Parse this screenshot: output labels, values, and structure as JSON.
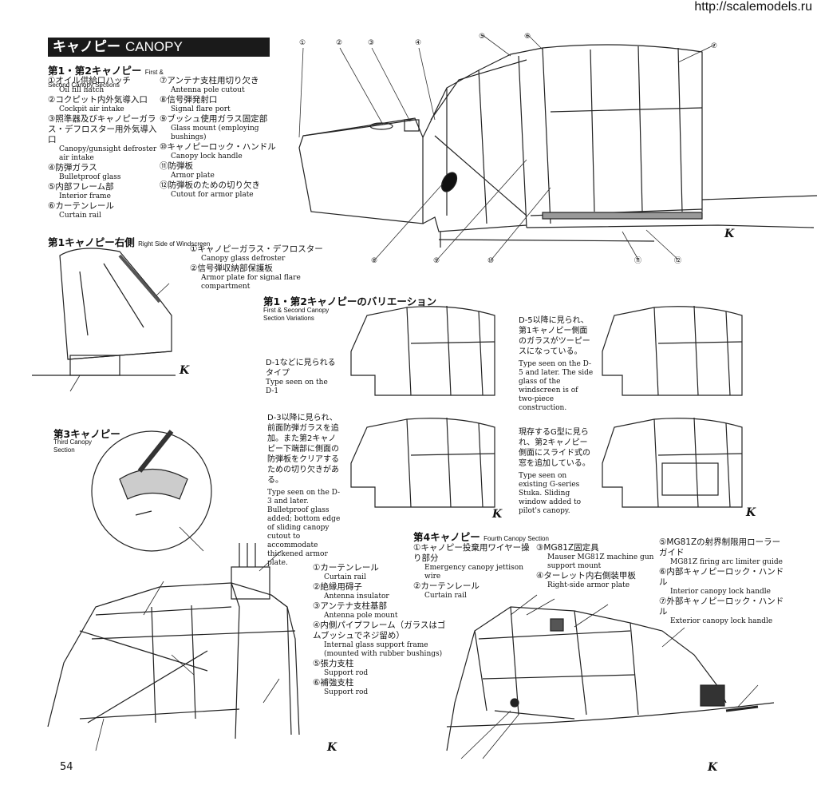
{
  "watermark": "http://scalemodels.ru",
  "title": {
    "jp": "キャノピー",
    "en": "CANOPY"
  },
  "section12": {
    "heading": "第1・第2キャノピー",
    "subheading": "First & Second Canopy Sections",
    "items_left": [
      {
        "jp": "①オイル供給口ハッチ",
        "en": "Oil fill hatch"
      },
      {
        "jp": "②コクピット内外気導入口",
        "en": "Cockpit air intake"
      },
      {
        "jp": "③照準器及びキャノピーガラス・デフロスター用外気導入口",
        "en": "Canopy/gunsight defroster air intake"
      },
      {
        "jp": "④防弾ガラス",
        "en": "Bulletproof glass"
      },
      {
        "jp": "⑤内部フレーム部",
        "en": "Interior frame"
      },
      {
        "jp": "⑥カーテンレール",
        "en": "Curtain rail"
      }
    ],
    "items_right": [
      {
        "jp": "⑦アンテナ支柱用切り欠き",
        "en": "Antenna pole cutout"
      },
      {
        "jp": "⑧信号弾発射口",
        "en": "Signal flare port"
      },
      {
        "jp": "⑨ブッシュ使用ガラス固定部",
        "en": "Glass mount (employing bushings)"
      },
      {
        "jp": "⑩キャノピーロック・ハンドル",
        "en": "Canopy lock handle"
      },
      {
        "jp": "⑪防弾板",
        "en": "Armor plate"
      },
      {
        "jp": "⑫防弾板のための切り欠き",
        "en": "Cutout for armor plate"
      }
    ]
  },
  "windscreen": {
    "heading": "第1キャノピー右側",
    "subheading": "Right Side of Windscreen",
    "items": [
      {
        "jp": "①キャノピーガラス・デフロスター",
        "en": "Canopy glass defroster"
      },
      {
        "jp": "②信号弾収納部保護板",
        "en": "Armor plate for signal flare compartment"
      }
    ]
  },
  "variations": {
    "heading": "第1・第2キャノピーのバリエーション",
    "subheading": "First & Second Canopy Section Variations",
    "v1": {
      "jp": "D-1などに見られるタイプ",
      "en": "Type seen on the D-1"
    },
    "v2": {
      "jp": "D-5以降に見られ、第1キャノピー側面のガラスがツーピースになっている。",
      "en": "Type seen on the D-5 and later. The side glass of the windscreen is of two-piece construction."
    },
    "v3": {
      "jp": "D-3以降に見られ、前面防弾ガラスを追加。また第2キャノピー下端部に側面の防弾板をクリアするための切り欠きがある。",
      "en": "Type seen on the D-3 and later. Bulletproof glass added; bottom edge of sliding canopy cutout to accommodate thickened armor plate."
    },
    "v4": {
      "jp": "現存するG型に見られ、第2キャノピー側面にスライド式の窓を追加している。",
      "en": "Type seen on existing G-series Stuka. Sliding window added to pilot's canopy."
    }
  },
  "third": {
    "heading": "第3キャノピー",
    "subheading_en": "Third Canopy Section"
  },
  "third_items": [
    {
      "jp": "①カーテンレール",
      "en": "Curtain rail"
    },
    {
      "jp": "②絶縁用碍子",
      "en": "Antenna insulator"
    },
    {
      "jp": "③アンテナ支柱基部",
      "en": "Antenna pole mount"
    },
    {
      "jp": "④内側パイプフレーム（ガラスはゴムブッシュでネジ留め）",
      "en": "Internal glass support frame (mounted with rubber bushings)"
    },
    {
      "jp": "⑤張力支柱",
      "en": "Support rod"
    },
    {
      "jp": "⑥補強支柱",
      "en": "Support rod"
    }
  ],
  "fourth": {
    "heading": "第4キャノピー",
    "subheading": "Fourth Canopy Section",
    "items_a": [
      {
        "jp": "①キャノピー投棄用ワイヤー操り部分",
        "en": "Emergency canopy jettison wire"
      },
      {
        "jp": "②カーテンレール",
        "en": "Curtain rail"
      }
    ],
    "items_b": [
      {
        "jp": "③MG81Z固定具",
        "en": "Mauser MG81Z machine gun support mount"
      },
      {
        "jp": "④ターレット内右側装甲板",
        "en": "Right-side armor plate"
      }
    ],
    "items_c": [
      {
        "jp": "⑤MG81Zの射界制限用ローラーガイド",
        "en": "MG81Z firing arc limiter guide"
      },
      {
        "jp": "⑥内部キャノピーロック・ハンドル",
        "en": "Interior canopy lock handle"
      },
      {
        "jp": "⑦外部キャノピーロック・ハンドル",
        "en": "Exterior canopy lock handle"
      }
    ]
  },
  "page_number": "54",
  "signature": "K",
  "callouts_top": [
    "①",
    "②",
    "③",
    "④",
    "⑤",
    "⑥",
    "⑦"
  ],
  "callouts_bottom": [
    "⑧",
    "⑨",
    "⑩",
    "⑪",
    "⑫"
  ]
}
